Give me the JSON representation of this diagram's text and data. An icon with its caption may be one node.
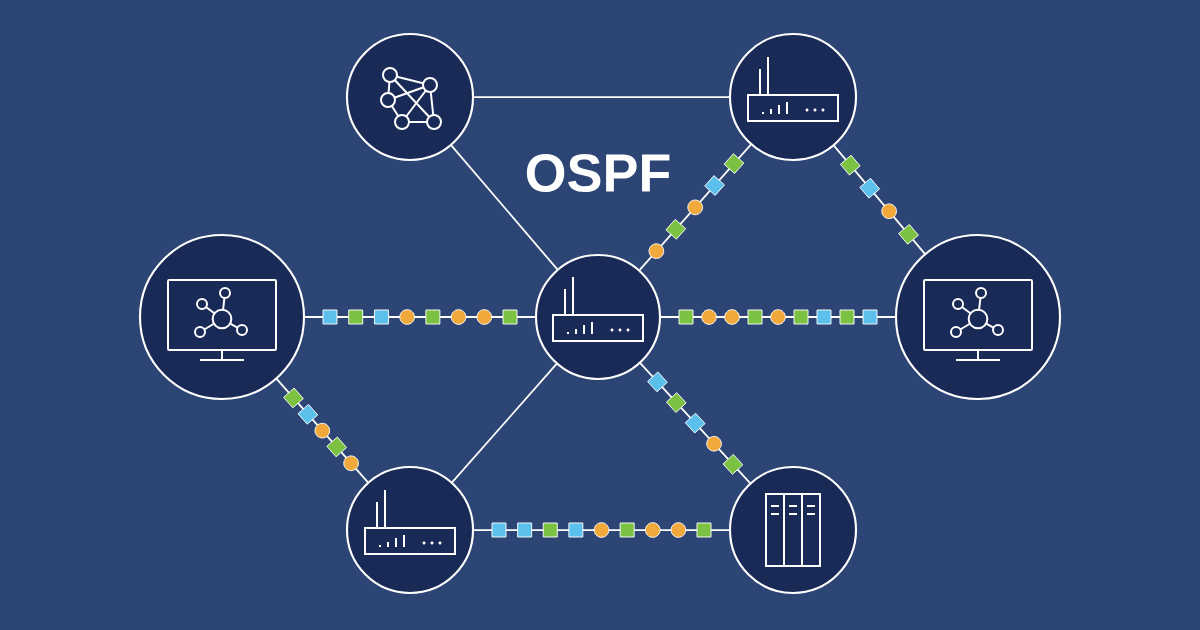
{
  "diagram": {
    "title": "OSPF",
    "nodes": [
      {
        "text": [],
        "shape": "picture"
      },
      {
        "text": [],
        "shape": "picture"
      },
      {
        "text": [],
        "shape": "picture"
      },
      {
        "text": [],
        "shape": "picture"
      },
      {
        "text": [],
        "shape": "picture"
      },
      {
        "text": [],
        "shape": "picture"
      },
      {
        "text": [],
        "shape": "picture"
      }
    ],
    "edges": [
      {
        "from": 0,
        "to": 1,
        "arrow": "none"
      },
      {
        "from": 0,
        "to": 3,
        "arrow": "none"
      },
      {
        "from": 3,
        "to": 1,
        "arrow": "none"
      },
      {
        "from": 1,
        "to": 4,
        "arrow": "none"
      },
      {
        "from": 2,
        "to": 3,
        "arrow": "none"
      },
      {
        "from": 3,
        "to": 4,
        "arrow": "none"
      },
      {
        "from": 2,
        "to": 5,
        "arrow": "none"
      },
      {
        "from": 3,
        "to": 5,
        "arrow": "none"
      },
      {
        "from": 3,
        "to": 6,
        "arrow": "none"
      },
      {
        "from": 5,
        "to": 6,
        "arrow": "none"
      }
    ]
  }
}
